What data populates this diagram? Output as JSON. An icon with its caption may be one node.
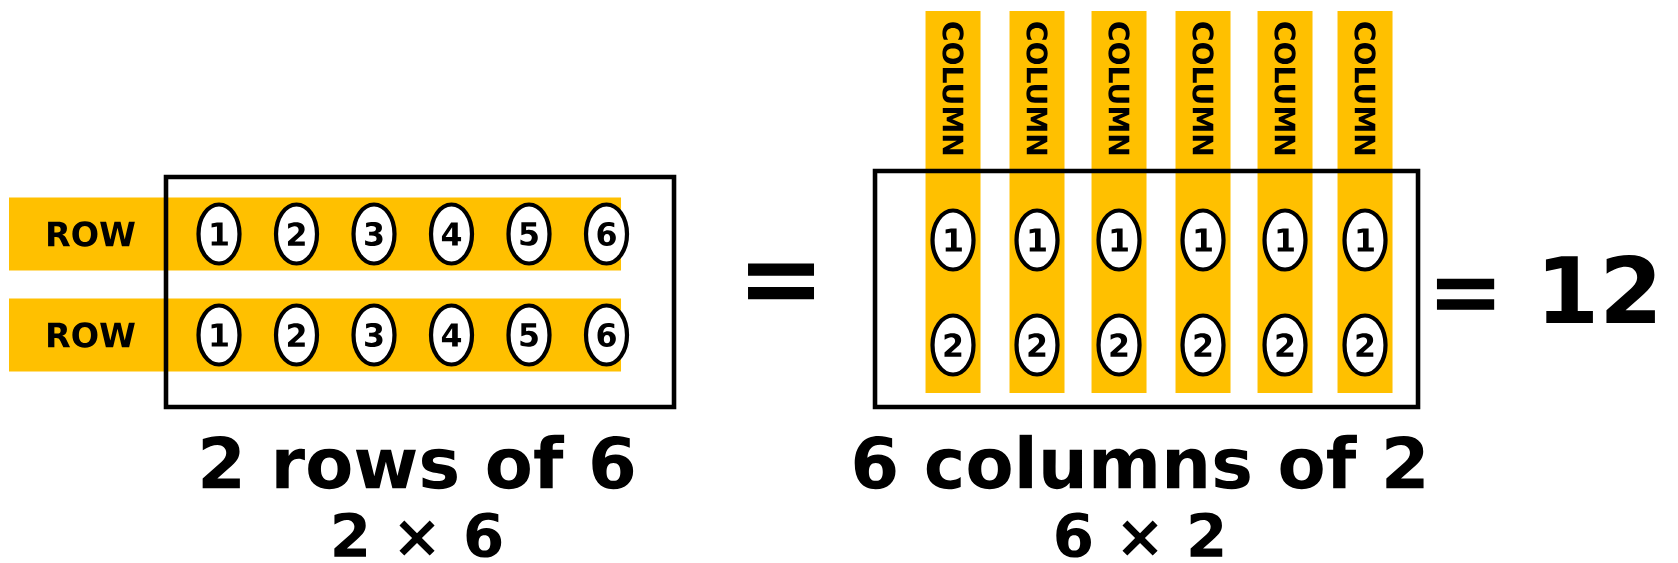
{
  "diagram": {
    "nodes": [
      {
        "text": [
          "ROW"
        ]
      },
      {
        "text": [
          "1"
        ],
        "in": 0
      },
      {
        "text": [
          "2"
        ],
        "in": 0
      },
      {
        "text": [
          "3"
        ],
        "in": 0
      },
      {
        "text": [
          "4"
        ],
        "in": 0
      },
      {
        "text": [
          "5"
        ],
        "in": 0
      },
      {
        "text": [
          "6"
        ],
        "in": 0
      },
      {
        "text": [
          "ROW"
        ]
      },
      {
        "text": [
          "1"
        ],
        "in": 7
      },
      {
        "text": [
          "2"
        ],
        "in": 7
      },
      {
        "text": [
          "3"
        ],
        "in": 7
      },
      {
        "text": [
          "4"
        ],
        "in": 7
      },
      {
        "text": [
          "5"
        ],
        "in": 7
      },
      {
        "text": [
          "6"
        ],
        "in": 7
      },
      {
        "text": [
          "COLUMN"
        ]
      },
      {
        "text": [
          "1"
        ],
        "in": 14
      },
      {
        "text": [
          "2"
        ],
        "in": 14
      },
      {
        "text": [
          "COLUMN"
        ]
      },
      {
        "text": [
          "1"
        ],
        "in": 17
      },
      {
        "text": [
          "2"
        ],
        "in": 17
      },
      {
        "text": [
          "COLUMN"
        ]
      },
      {
        "text": [
          "1"
        ],
        "in": 20
      },
      {
        "text": [
          "2"
        ],
        "in": 20
      },
      {
        "text": [
          "COLUMN"
        ]
      },
      {
        "text": [
          "1"
        ],
        "in": 23
      },
      {
        "text": [
          "2"
        ],
        "in": 23
      },
      {
        "text": [
          "COLUMN"
        ]
      },
      {
        "text": [
          "1"
        ],
        "in": 26
      },
      {
        "text": [
          "2"
        ],
        "in": 26
      },
      {
        "text": [
          "COLUMN"
        ]
      },
      {
        "text": [
          "1"
        ],
        "in": 29
      },
      {
        "text": [
          "2"
        ],
        "in": 29
      }
    ],
    "labels": [
      "=",
      "= 12",
      "2 rows of 6",
      "6 columns of 2",
      "2 × 6",
      "6 × 2"
    ]
  }
}
